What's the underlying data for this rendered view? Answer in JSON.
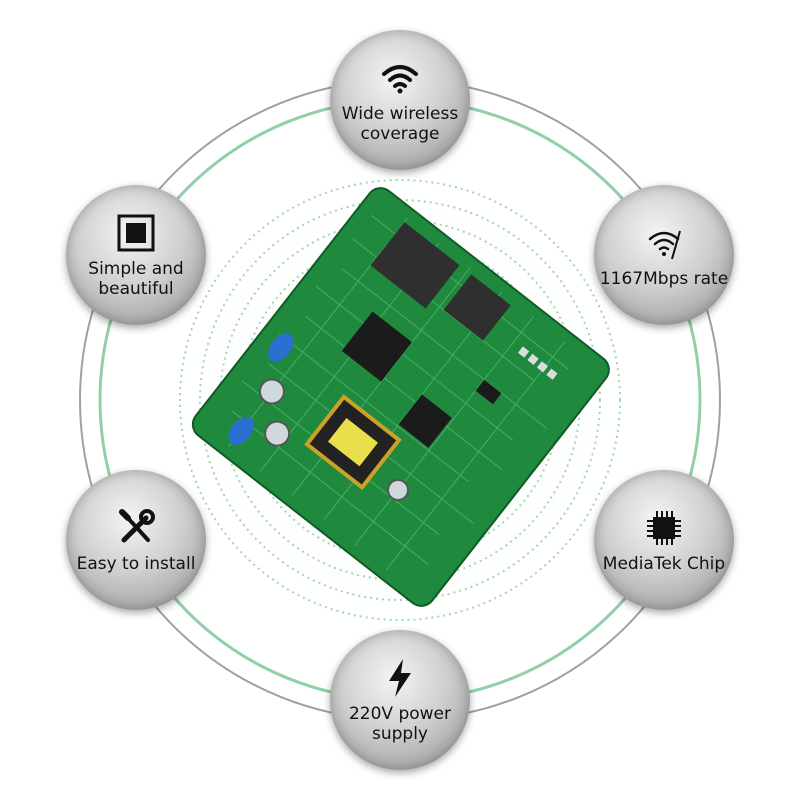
{
  "features": {
    "top": {
      "label": "Wide wireless\ncoverage",
      "icon": "wifi-icon"
    },
    "left_top": {
      "label": "Simple and\nbeautiful",
      "icon": "square-frame-icon"
    },
    "right_top": {
      "label": "1167Mbps rate",
      "icon": "wifi-signal-icon"
    },
    "left_bottom": {
      "label": "Easy to install",
      "icon": "tools-icon"
    },
    "right_bottom": {
      "label": "MediaTek Chip",
      "icon": "chip-icon"
    },
    "bottom": {
      "label": "220V power\nsupply",
      "icon": "lightning-icon"
    }
  },
  "colors": {
    "ring_green": "#8fd0a8",
    "ring_grey": "#a0a0a0",
    "pcb_green": "#1f8a3e",
    "bubble_dark": "#8d8d8d"
  }
}
